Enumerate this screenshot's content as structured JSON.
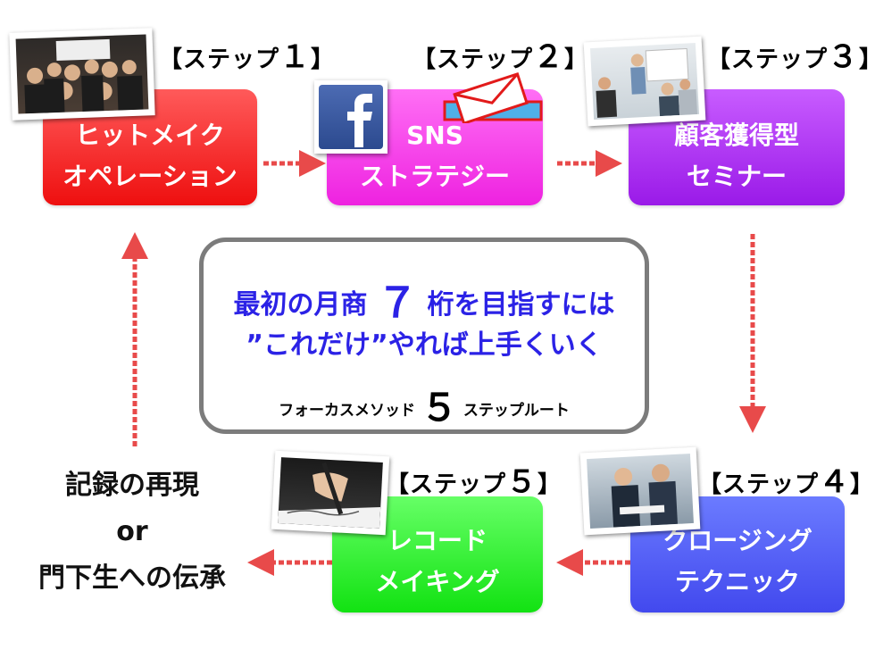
{
  "steps": [
    {
      "label_prefix": "【ステップ",
      "num": "１",
      "label_suffix": "】",
      "line1": "ヒットメイク",
      "line2": "オペレーション",
      "photo": "team-group-photo"
    },
    {
      "label_prefix": "【ステップ",
      "num": "２",
      "label_suffix": "】",
      "line1": "SNS",
      "line2": "ストラテジー",
      "photo": "facebook-logo"
    },
    {
      "label_prefix": "【ステップ",
      "num": "３",
      "label_suffix": "】",
      "line1": "顧客獲得型",
      "line2": "セミナー",
      "photo": "seminar-presentation-photo"
    },
    {
      "label_prefix": "【ステップ",
      "num": "４",
      "label_suffix": "】",
      "line1": "クロージング",
      "line2": "テクニック",
      "photo": "business-meeting-photo"
    },
    {
      "label_prefix": "【ステップ",
      "num": "５",
      "label_suffix": "】",
      "line1": "レコード",
      "line2": "メイキング",
      "photo": "handwriting-photo"
    }
  ],
  "center": {
    "line1_pre": "最初の月商",
    "line1_num": "７",
    "line1_post": "桁を目指すには",
    "line2": "”これだけ”やれば上手くいく",
    "line3_pre": "フォーカスメソッド",
    "line3_num": "５",
    "line3_post": "ステップルート"
  },
  "outcome": {
    "line1": "記録の再現",
    "line2": "or",
    "line3": "門下生への伝承"
  },
  "colors": {
    "step1": "#ee0f0f",
    "step2": "#ee22e0",
    "step3": "#9a1ae8",
    "step4": "#4249ee",
    "step5": "#12e212",
    "arrow": "#e84a4a",
    "center_text": "#2b22e6",
    "center_border": "#7c7c7c"
  },
  "icons": {
    "facebook": "facebook-logo",
    "envelope": "envelope-icon"
  }
}
